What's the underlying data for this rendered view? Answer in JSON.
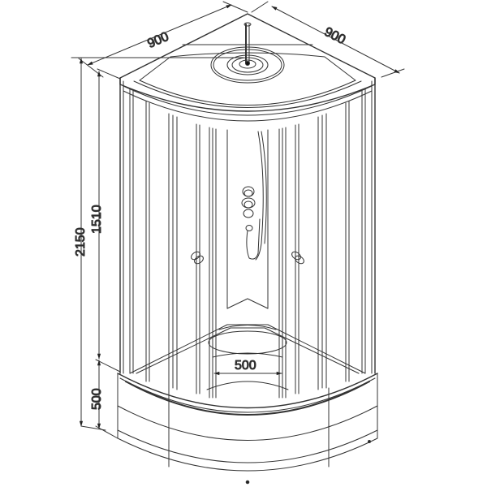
{
  "diagram": {
    "subject": "Quarter-round shower cabin technical drawing",
    "stroke_color": "#333333",
    "background": "#ffffff",
    "dimensions": {
      "width_left": "900",
      "width_right": "900",
      "total_height": "2150",
      "glass_height": "1510",
      "tray_height": "500",
      "door_opening": "500"
    },
    "components": [
      "ceiling-rain-shower",
      "sliding-doors",
      "door-handles",
      "control-panel",
      "hand-shower",
      "shower-tray"
    ]
  }
}
